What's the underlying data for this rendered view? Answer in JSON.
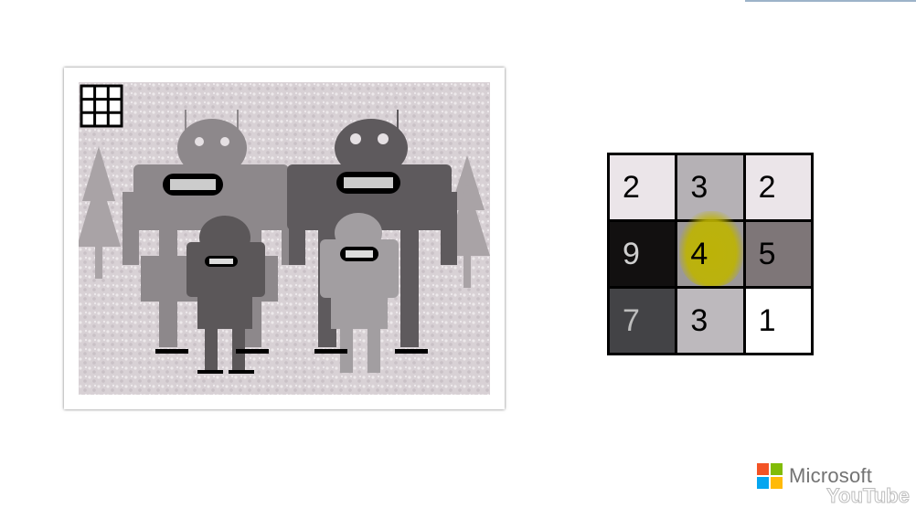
{
  "pixel_grid": {
    "cells": [
      {
        "value": "2",
        "bg": "#ebe5e9",
        "fg": "#000000"
      },
      {
        "value": "3",
        "bg": "#b5b1b5",
        "fg": "#000000"
      },
      {
        "value": "2",
        "bg": "#ebe5e9",
        "fg": "#000000"
      },
      {
        "value": "9",
        "bg": "#121010",
        "fg": "#cfcfcf"
      },
      {
        "value": "4",
        "bg": "#9c9899",
        "fg": "#000000"
      },
      {
        "value": "5",
        "bg": "#7e7678",
        "fg": "#000000"
      },
      {
        "value": "7",
        "bg": "#434346",
        "fg": "#bdbdbd"
      },
      {
        "value": "3",
        "bg": "#bdb9bd",
        "fg": "#000000"
      },
      {
        "value": "1",
        "bg": "#ffffff",
        "fg": "#000000"
      }
    ],
    "highlight_color": "#bdb300"
  },
  "brand": {
    "name": "Microsoft",
    "squares": [
      "#f35325",
      "#81bc06",
      "#05a6f0",
      "#ffba08"
    ]
  },
  "watermark": {
    "text": "YouTube"
  }
}
